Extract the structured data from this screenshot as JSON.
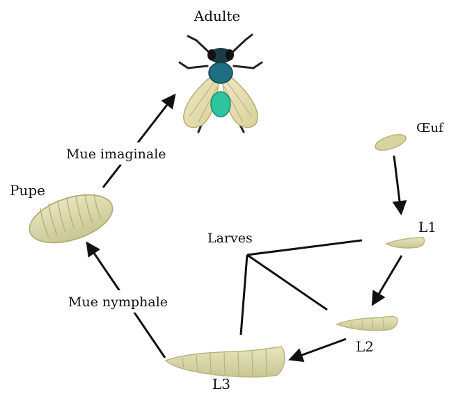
{
  "diagram": {
    "labels": {
      "adult": "Adulte",
      "egg": "Œuf",
      "l1": "L1",
      "l2": "L2",
      "l3": "L3",
      "pupa": "Pupe",
      "larvae": "Larves",
      "imaginal_molt": "Mue imaginale",
      "nymphal_molt": "Mue nymphale"
    },
    "colors": {
      "larva_fill": "#d9d7a6",
      "larva_stroke": "#b7b47f",
      "fly_body": "#1f6f83",
      "fly_abdomen": "#2ec4a0",
      "wing": "#e6e1b5",
      "arrow": "#111111"
    },
    "icons": {
      "adult": "housefly-icon",
      "egg": "egg-icon",
      "larva": "maggot-icon",
      "pupa": "puparium-icon"
    }
  }
}
